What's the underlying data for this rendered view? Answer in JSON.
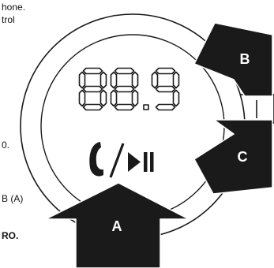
{
  "left_text_fragments": [
    {
      "text": "hone."
    },
    {
      "text": "trol"
    },
    {
      "text": "0."
    },
    {
      "text": "B (A)"
    },
    {
      "text": "RO.",
      "bold": true
    }
  ],
  "display": {
    "frequency": "88.9",
    "phone_play_icon": "phone-slash-play-pause-icon"
  },
  "arrows": {
    "a": "A",
    "b": "B",
    "c": "C"
  },
  "colors": {
    "outline": "#1a1a1a",
    "arrow_fill": "#1a1a1a",
    "label_text": "#ffffff",
    "background": "#ffffff"
  }
}
